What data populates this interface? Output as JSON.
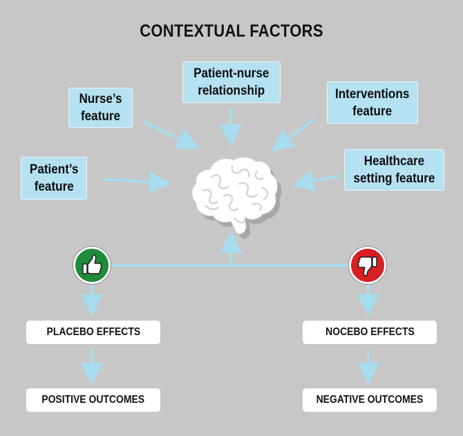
{
  "title": "CONTEXTUAL FACTORS",
  "factors": {
    "patient_nurse": "Patient-nurse\nrelationship",
    "nurse": "Nurse’s\nfeature",
    "interventions": "Interventions\nfeature",
    "patient": "Patient’s\nfeature",
    "healthcare": "Healthcare\nsetting feature"
  },
  "effects": {
    "placebo": "PLACEBO EFFECTS",
    "nocebo": "NOCEBO EFFECTS",
    "positive": "POSITIVE OUTCOMES",
    "negative": "NEGATIVE OUTCOMES"
  },
  "icons": {
    "center": "brain-icon",
    "positive": "thumbs-up-icon",
    "negative": "thumbs-down-icon"
  },
  "colors": {
    "background": "#c7c7c7",
    "factor_box": "#b5e2f2",
    "arrow": "#a8dcef",
    "positive": "#1f8a3b",
    "negative": "#d71f24"
  }
}
